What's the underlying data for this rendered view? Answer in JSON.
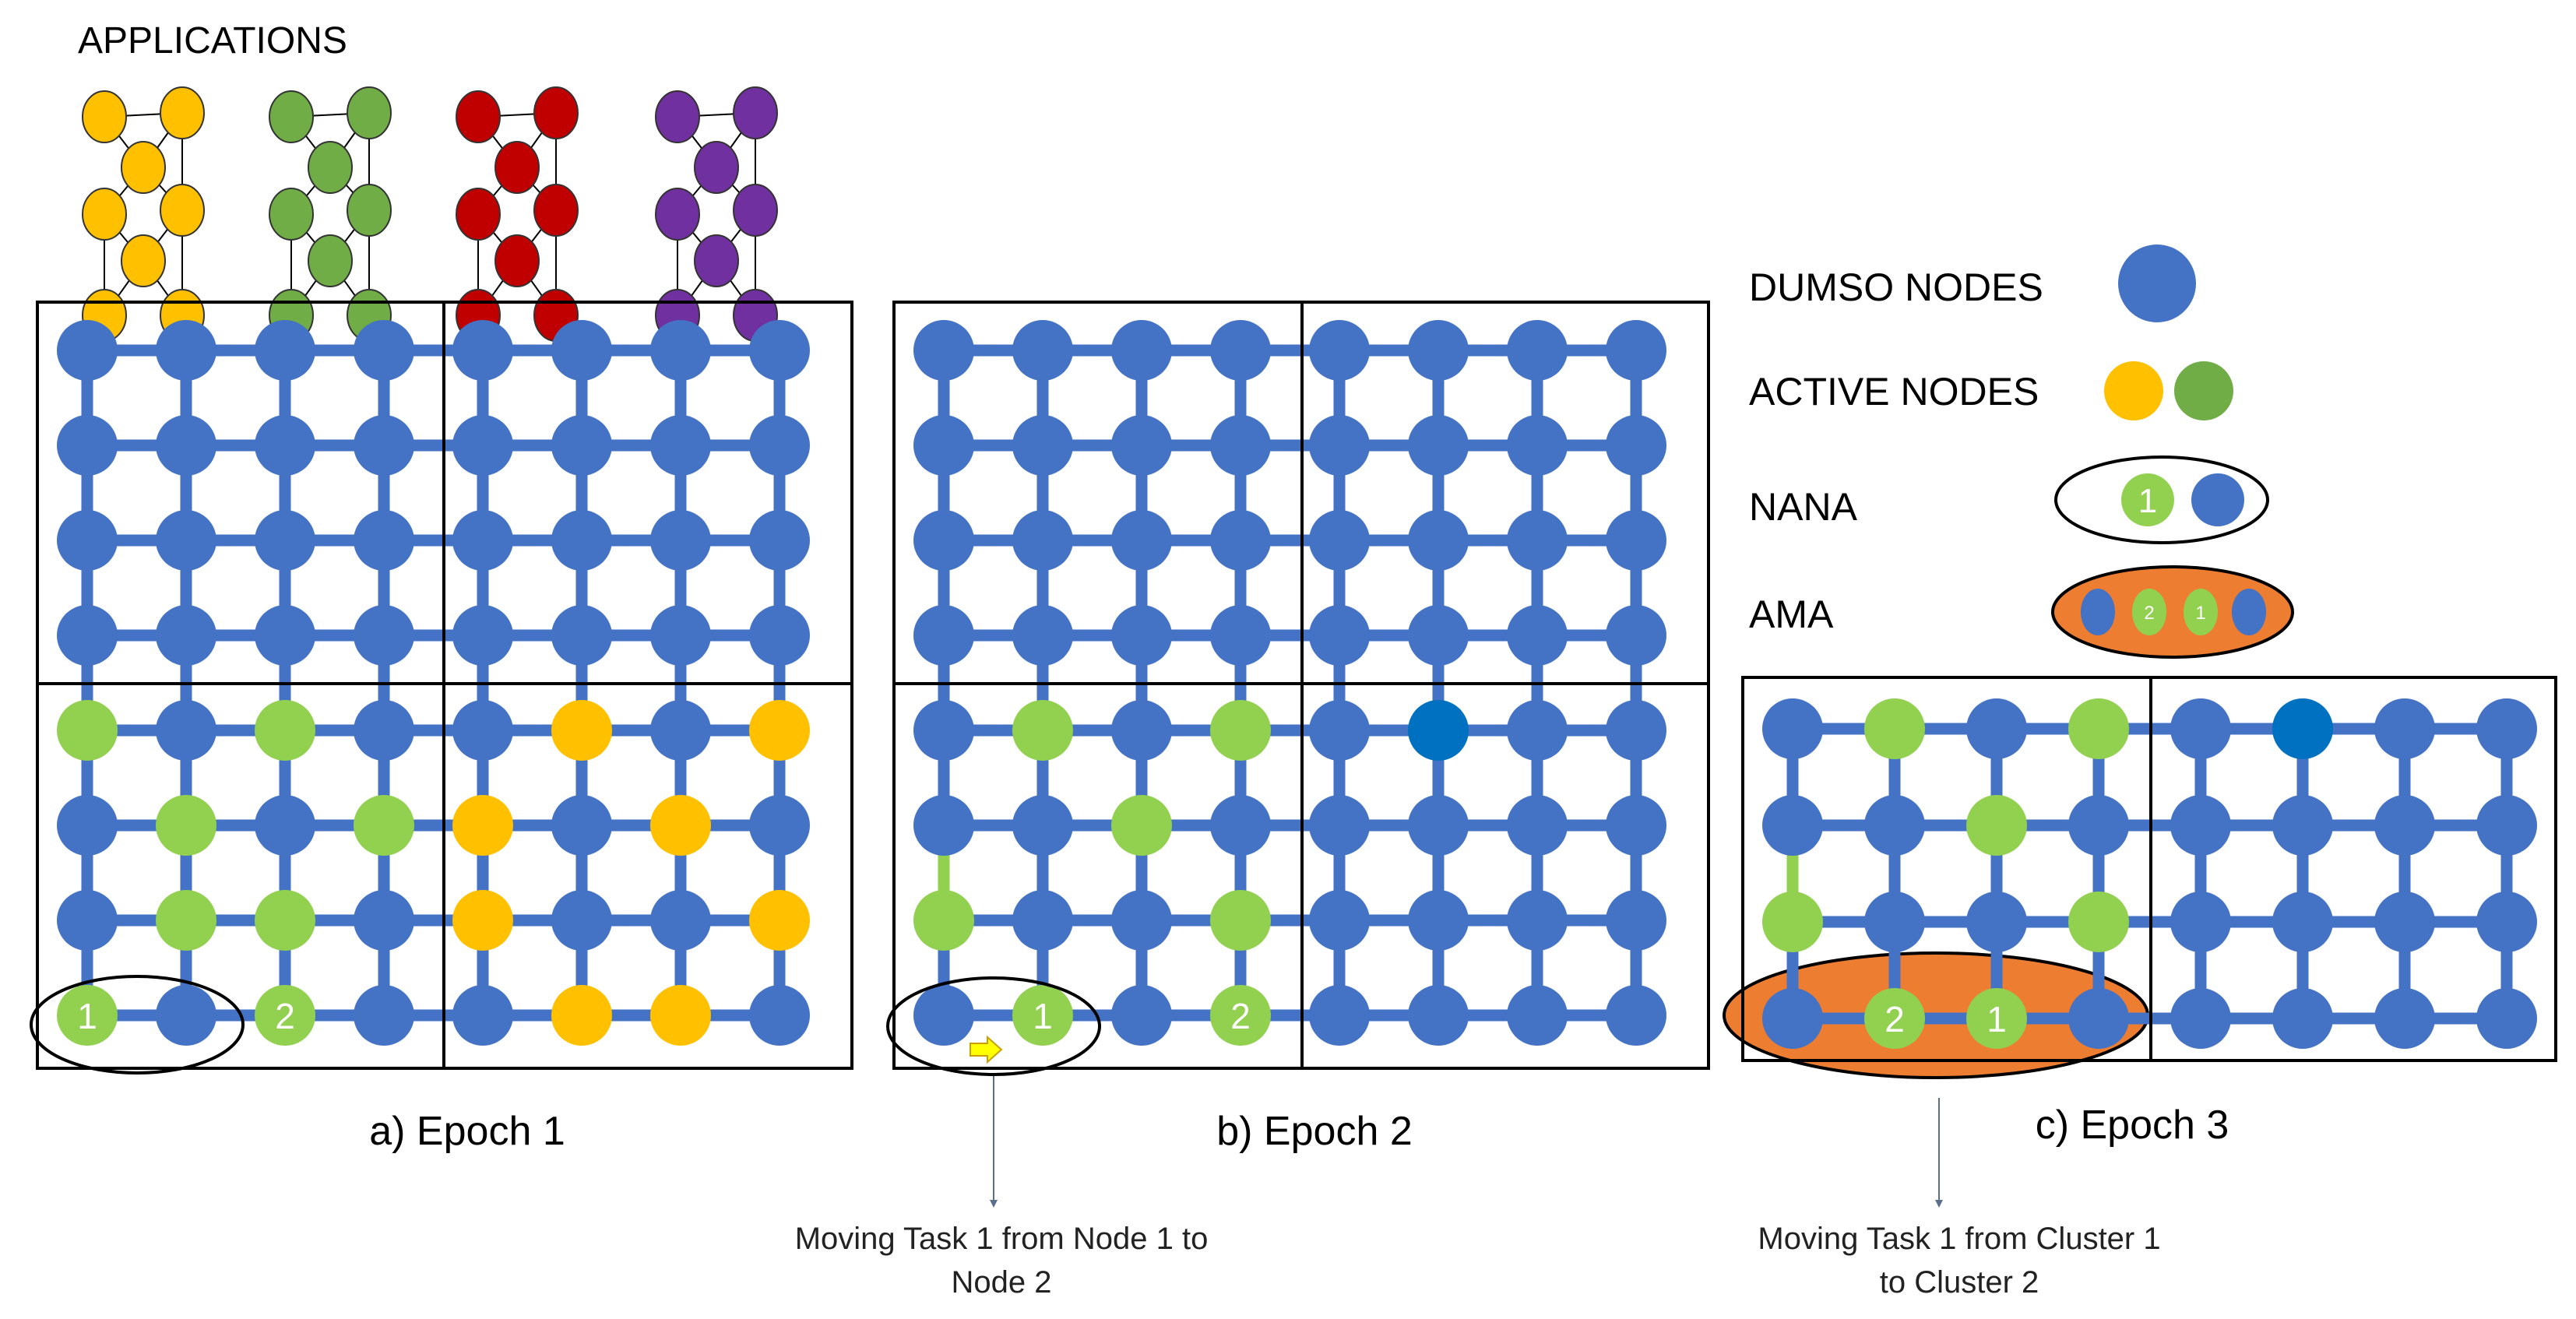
{
  "title": "APPLICATIONS",
  "colors": {
    "dumso": "#4472C4",
    "active_yellow": "#FFC000",
    "active_green": "#92D050",
    "dark_node": "#0070C0",
    "ama_fill": "#ED7D31",
    "app_yellow": "#FFC000",
    "app_green": "#70AD47",
    "app_red": "#C00000",
    "app_purple": "#7030A0",
    "arrow_yellow": "#FFFF00"
  },
  "legend": {
    "dumso_label": "DUMSO NODES",
    "active_label": "ACTIVE NODES",
    "nana_label": "NANA",
    "nana_number": "1",
    "ama_label": "AMA",
    "ama_numbers": [
      "2",
      "1"
    ]
  },
  "panels": [
    {
      "caption": "a) Epoch 1",
      "active_nodes": [
        {
          "row": 4,
          "col": 0,
          "color": "green"
        },
        {
          "row": 4,
          "col": 2,
          "color": "green"
        },
        {
          "row": 5,
          "col": 1,
          "color": "green"
        },
        {
          "row": 5,
          "col": 3,
          "color": "green"
        },
        {
          "row": 6,
          "col": 1,
          "color": "green"
        },
        {
          "row": 6,
          "col": 2,
          "color": "green"
        },
        {
          "row": 7,
          "col": 0,
          "color": "green",
          "label": "1"
        },
        {
          "row": 7,
          "col": 2,
          "color": "green",
          "label": "2"
        },
        {
          "row": 4,
          "col": 5,
          "color": "yellow"
        },
        {
          "row": 4,
          "col": 7,
          "color": "yellow"
        },
        {
          "row": 5,
          "col": 4,
          "color": "yellow"
        },
        {
          "row": 5,
          "col": 6,
          "color": "yellow"
        },
        {
          "row": 6,
          "col": 4,
          "color": "yellow"
        },
        {
          "row": 6,
          "col": 7,
          "color": "yellow"
        },
        {
          "row": 7,
          "col": 5,
          "color": "yellow"
        },
        {
          "row": 7,
          "col": 6,
          "color": "yellow"
        }
      ]
    },
    {
      "caption": "b) Epoch 2",
      "active_nodes": [
        {
          "row": 4,
          "col": 1,
          "color": "green"
        },
        {
          "row": 4,
          "col": 3,
          "color": "green"
        },
        {
          "row": 5,
          "col": 2,
          "color": "green"
        },
        {
          "row": 6,
          "col": 0,
          "color": "green"
        },
        {
          "row": 6,
          "col": 3,
          "color": "green"
        },
        {
          "row": 7,
          "col": 1,
          "color": "green",
          "label": "1"
        },
        {
          "row": 7,
          "col": 3,
          "color": "green",
          "label": "2"
        },
        {
          "row": 4,
          "col": 5,
          "color": "dark"
        }
      ],
      "annotation": [
        "Moving Task 1 from Node 1 to",
        "Node 2"
      ]
    },
    {
      "caption": "c) Epoch 3",
      "active_nodes": [
        {
          "row": 0,
          "col": 1,
          "color": "green"
        },
        {
          "row": 0,
          "col": 3,
          "color": "green"
        },
        {
          "row": 1,
          "col": 2,
          "color": "green"
        },
        {
          "row": 2,
          "col": 0,
          "color": "green"
        },
        {
          "row": 2,
          "col": 3,
          "color": "green"
        },
        {
          "row": 3,
          "col": 1,
          "color": "green",
          "label": "2"
        },
        {
          "row": 3,
          "col": 2,
          "color": "green",
          "label": "1"
        },
        {
          "row": 0,
          "col": 5,
          "color": "dark"
        }
      ],
      "annotation": [
        "Moving Task 1 from Cluster 1",
        "to Cluster 2"
      ]
    }
  ]
}
